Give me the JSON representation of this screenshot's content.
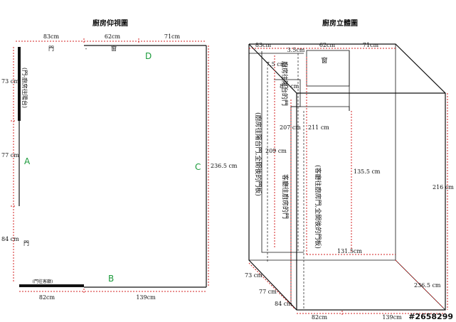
{
  "left": {
    "title": "廚房仰視圖",
    "top_dims": [
      "83cm",
      "62cm",
      "71cm"
    ],
    "top_labels": [
      "門",
      "-",
      "窗"
    ],
    "left_dims": [
      "73 cm",
      "77 cm",
      "84 cm"
    ],
    "left_notes": [
      "(門-廚房往陽台)",
      "門"
    ],
    "right_dim": "236.5 cm",
    "bottom_dims": [
      "82cm",
      "139cm"
    ],
    "bottom_note": "(門往客廳)",
    "side_letters": {
      "a": "A",
      "b": "B",
      "c": "C",
      "d": "D"
    }
  },
  "right": {
    "title": "廚房立體圖",
    "top_dims": [
      "83cm",
      "3.5cm",
      "62cm",
      "71cm"
    ],
    "inner_dims": [
      "7.5 cm",
      "8.5 cm",
      "207 cm",
      "211 cm",
      "209 cm",
      "135.5 cm",
      "131.5cm",
      "216 cm",
      "236.5 cm"
    ],
    "labels": {
      "balcony_door": "廚房往陽台的門",
      "window": "窗",
      "balcony_panel": "(廚房往陽台門,全開後的門板)",
      "living_door": "客廳往廚房的門",
      "kitchen_panel": "(客廳往廚房門,全開後的門板)"
    },
    "bottom_left_dims": [
      "73 cm",
      "77 cm",
      "84 cm"
    ],
    "bottom_dims": [
      "82cm",
      "139cm"
    ]
  },
  "watermark": "#2658299",
  "colors": {
    "dimension": "#d32020",
    "letters": "#1a9a3a",
    "lines": "#111111"
  }
}
